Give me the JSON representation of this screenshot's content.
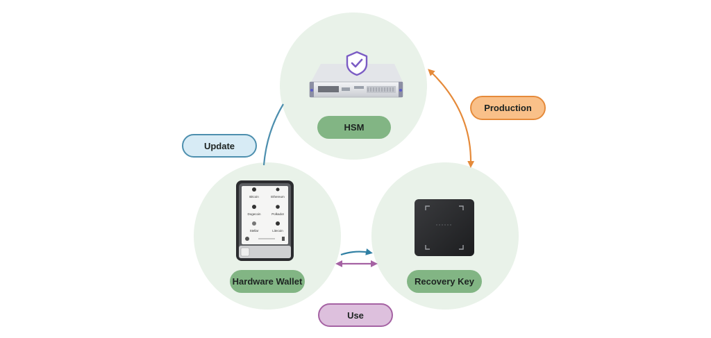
{
  "nodes": {
    "hsm": {
      "label": "HSM"
    },
    "hardware_wallet": {
      "label": "Hardware Wallet",
      "screen_items": [
        "Bitcoin",
        "Ethereum",
        "Dogecoin",
        "Polkadot",
        "Stellar",
        "Litecoin"
      ]
    },
    "recovery_key": {
      "label": "Recovery Key"
    }
  },
  "edges": {
    "update": {
      "label": "Update",
      "color": "#4d8fae",
      "fill": "#d7ebf5"
    },
    "production": {
      "label": "Production",
      "color": "#e58a3a",
      "fill": "#f9c089"
    },
    "use": {
      "label": "Use",
      "color": "#a562a3",
      "fill": "#ddc0dd",
      "arrow_color": "#2f7fa3"
    }
  },
  "colors": {
    "circle": "#e9f2e9",
    "node_pill": "#82b584",
    "shield": "#7b5cc4"
  },
  "icons": [
    "server-hsm-icon",
    "shield-check-icon",
    "wallet-device-icon",
    "recovery-key-device-icon"
  ]
}
